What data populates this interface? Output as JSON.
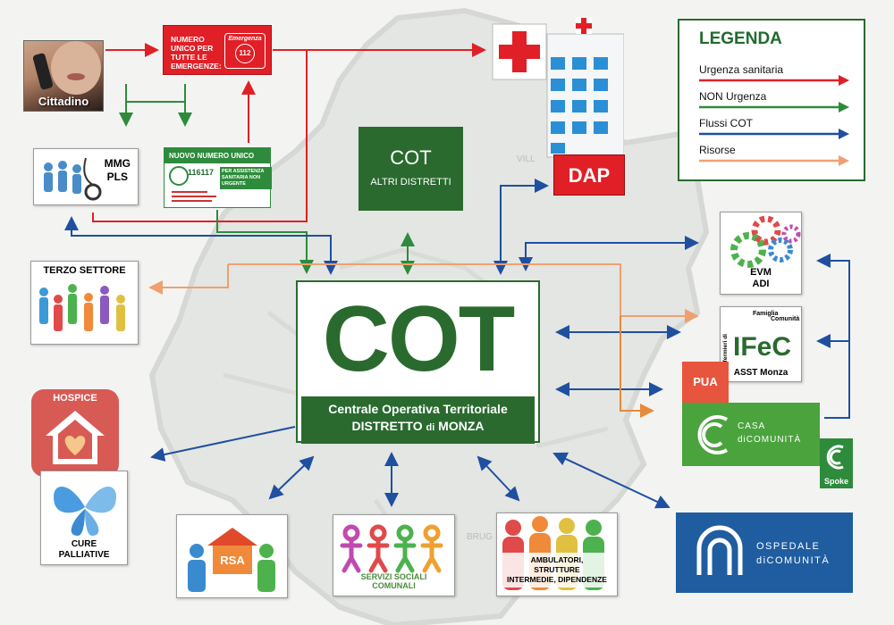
{
  "colors": {
    "urgency": "#e11f26",
    "non_urgency": "#2e8b3c",
    "cot_flows": "#1f4fa0",
    "resources": "#f0a070",
    "cot_green": "#2a6a2f"
  },
  "nodes": {
    "cittadino": "Cittadino",
    "emergency_112": {
      "text": "NUMERO UNICO PER TUTTE LE EMERGENZE:",
      "badge": "Emergenza",
      "number": "112"
    },
    "nuovo_numero": {
      "header": "NUOVO NUMERO UNICO",
      "number": "116117",
      "subtext": "PER ASSISTENZA SANITARIA NON URGENTE"
    },
    "mmg": {
      "line1": "MMG",
      "line2": "PLS"
    },
    "cot_altri": {
      "title": "COT",
      "subtitle": "ALTRI DISTRETTI"
    },
    "dap": "DAP",
    "terzo_settore": "TERZO SETTORE",
    "cot_main": {
      "title": "COT",
      "line1": "Centrale Operativa Territoriale",
      "line2_a": "DISTRETTO ",
      "line2_b": "di",
      "line2_c": " MONZA"
    },
    "hospice": "HOSPICE",
    "cure_palliative": {
      "line1": "CURE",
      "line2": "PALLIATIVE"
    },
    "rsa": "RSA",
    "servizi": {
      "line1": "SERVIZI SOCIALI",
      "line2": "COMUNALI"
    },
    "ambulatori": {
      "line1": "AMBULATORI,",
      "line2": "STRUTTURE",
      "line3": "INTERMEDIE, DIPENDENZE"
    },
    "evm": {
      "line1": "EVM",
      "line2": "ADI"
    },
    "ifec": {
      "arc1": "Famiglia",
      "arc2": "Comunità",
      "side": "Infermieri di",
      "logo": "IFeC",
      "org": "ASST Monza"
    },
    "pua": "PUA",
    "casa": {
      "line1": "CASA",
      "line2": "diCOMUNITÀ"
    },
    "spoke": "Spoke",
    "ospedale": {
      "line1": "OSPEDALE",
      "line2": "diCOMUNITÀ"
    }
  },
  "legenda": {
    "title": "LEGENDA",
    "items": [
      {
        "label": "Urgenza sanitaria",
        "color": "#e11f26"
      },
      {
        "label": "NON Urgenza",
        "color": "#2e8b3c"
      },
      {
        "label": "Flussi COT",
        "color": "#1f4fa0"
      },
      {
        "label": "Risorse",
        "color": "#f0a070"
      }
    ]
  },
  "map_labels": {
    "a": "VILL",
    "b": "BRUG"
  }
}
